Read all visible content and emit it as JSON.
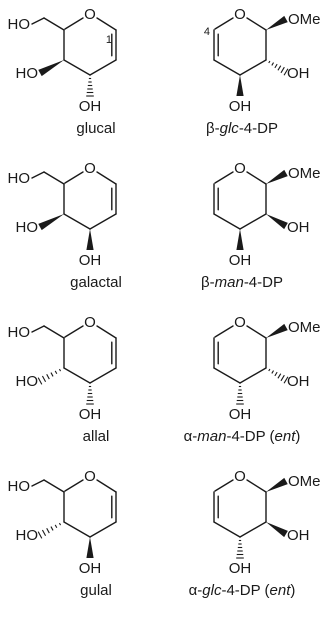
{
  "atoms": {
    "ring_oxygen": "O",
    "hydroxyl_left": "HO",
    "hydroxyl_right": "OH",
    "methoxy": "OMe"
  },
  "locants": {
    "glucal_c1": "1",
    "dp_c4": "4"
  },
  "compounds": [
    {
      "id": "glucal",
      "name": "glucal",
      "row": 0,
      "kind": "glycal",
      "c3": "hash",
      "c4": "bold",
      "show_locant": true
    },
    {
      "id": "b-glc-4-dp",
      "name_parts": [
        "β-",
        "glc",
        "-4-DP"
      ],
      "row": 0,
      "kind": "dp",
      "c2": "hash",
      "c3": "bold",
      "show_locant": true
    },
    {
      "id": "galactal",
      "name": "galactal",
      "row": 1,
      "kind": "glycal",
      "c3": "bold",
      "c4": "bold",
      "show_locant": false
    },
    {
      "id": "b-man-4-dp",
      "name_parts": [
        "β-",
        "man",
        "-4-DP"
      ],
      "row": 1,
      "kind": "dp",
      "c2": "bold",
      "c3": "bold",
      "show_locant": false
    },
    {
      "id": "allal",
      "name": "allal",
      "row": 2,
      "kind": "glycal",
      "c3": "hash",
      "c4": "hash",
      "show_locant": false
    },
    {
      "id": "a-man-4-dp-ent",
      "name_parts": [
        "α-",
        "man",
        "-4-DP (",
        "ent",
        ")"
      ],
      "row": 2,
      "kind": "dp",
      "c2": "hash",
      "c3": "hash",
      "show_locant": false
    },
    {
      "id": "gulal",
      "name": "gulal",
      "row": 3,
      "kind": "glycal",
      "c3": "bold",
      "c4": "hash",
      "show_locant": false
    },
    {
      "id": "a-glc-4-dp-ent",
      "name_parts": [
        "α-",
        "glc",
        "-4-DP (",
        "ent",
        ")"
      ],
      "row": 3,
      "kind": "dp",
      "c2": "bold",
      "c3": "hash",
      "show_locant": false
    }
  ]
}
